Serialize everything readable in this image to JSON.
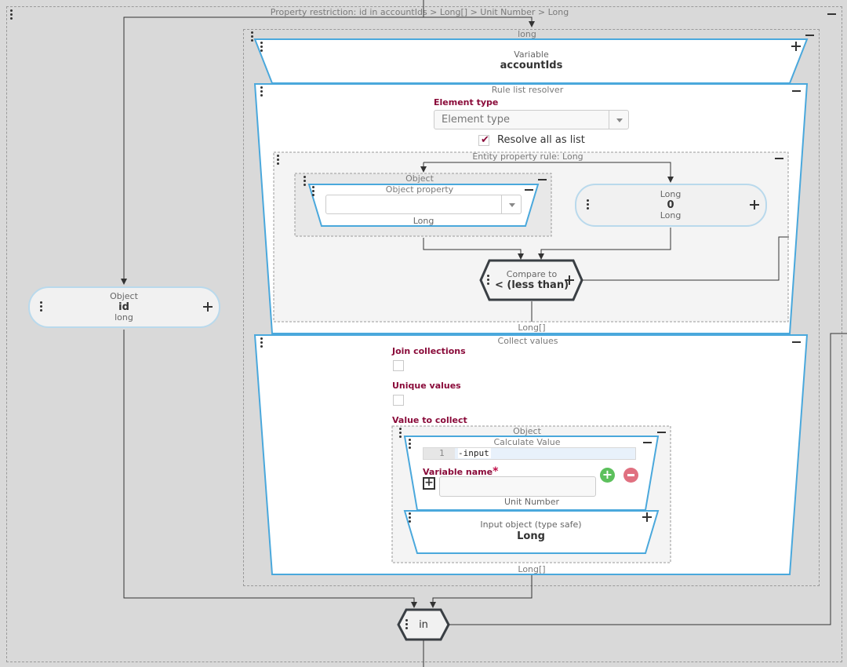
{
  "outer": {
    "caption": "Property restriction: id in accountIds > Long[] > Unit Number > Long"
  },
  "long_container": {
    "caption": "long"
  },
  "variable": {
    "kind": "Variable",
    "name": "accountIds"
  },
  "rule_list": {
    "caption": "Rule list resolver",
    "element_type_label": "Element type",
    "element_type_placeholder": "Element type",
    "resolve_all_label": "Resolve all as list",
    "resolve_all_checked": true
  },
  "entity_rule": {
    "caption": "Entity property rule: Long"
  },
  "object_group": {
    "caption": "Object"
  },
  "object_property": {
    "caption": "Object property",
    "type": "Long"
  },
  "long_const": {
    "kind": "Long",
    "value": "0",
    "type": "Long"
  },
  "compare": {
    "kind": "Compare to",
    "op": "< (less than)"
  },
  "entity_output": "Long[]",
  "left_object": {
    "kind": "Object",
    "name": "id",
    "type": "long"
  },
  "collect": {
    "caption": "Collect values",
    "join_label": "Join collections",
    "unique_label": "Unique values",
    "value_label": "Value to collect",
    "output": "Long[]"
  },
  "collect_object": {
    "caption": "Object"
  },
  "calc": {
    "caption": "Calculate Value",
    "line_no": "1",
    "code": "-input",
    "var_label": "Variable name",
    "required_mark": "*",
    "type": "Unit Number"
  },
  "input_object": {
    "kind": "Input object (type safe)",
    "type": "Long"
  },
  "in_op": {
    "label": "in"
  },
  "colors": {
    "accent_border": "#4aa8dc",
    "label_red": "#8a0b3a",
    "add_green": "#5cc05c",
    "remove_red": "#e07080"
  }
}
